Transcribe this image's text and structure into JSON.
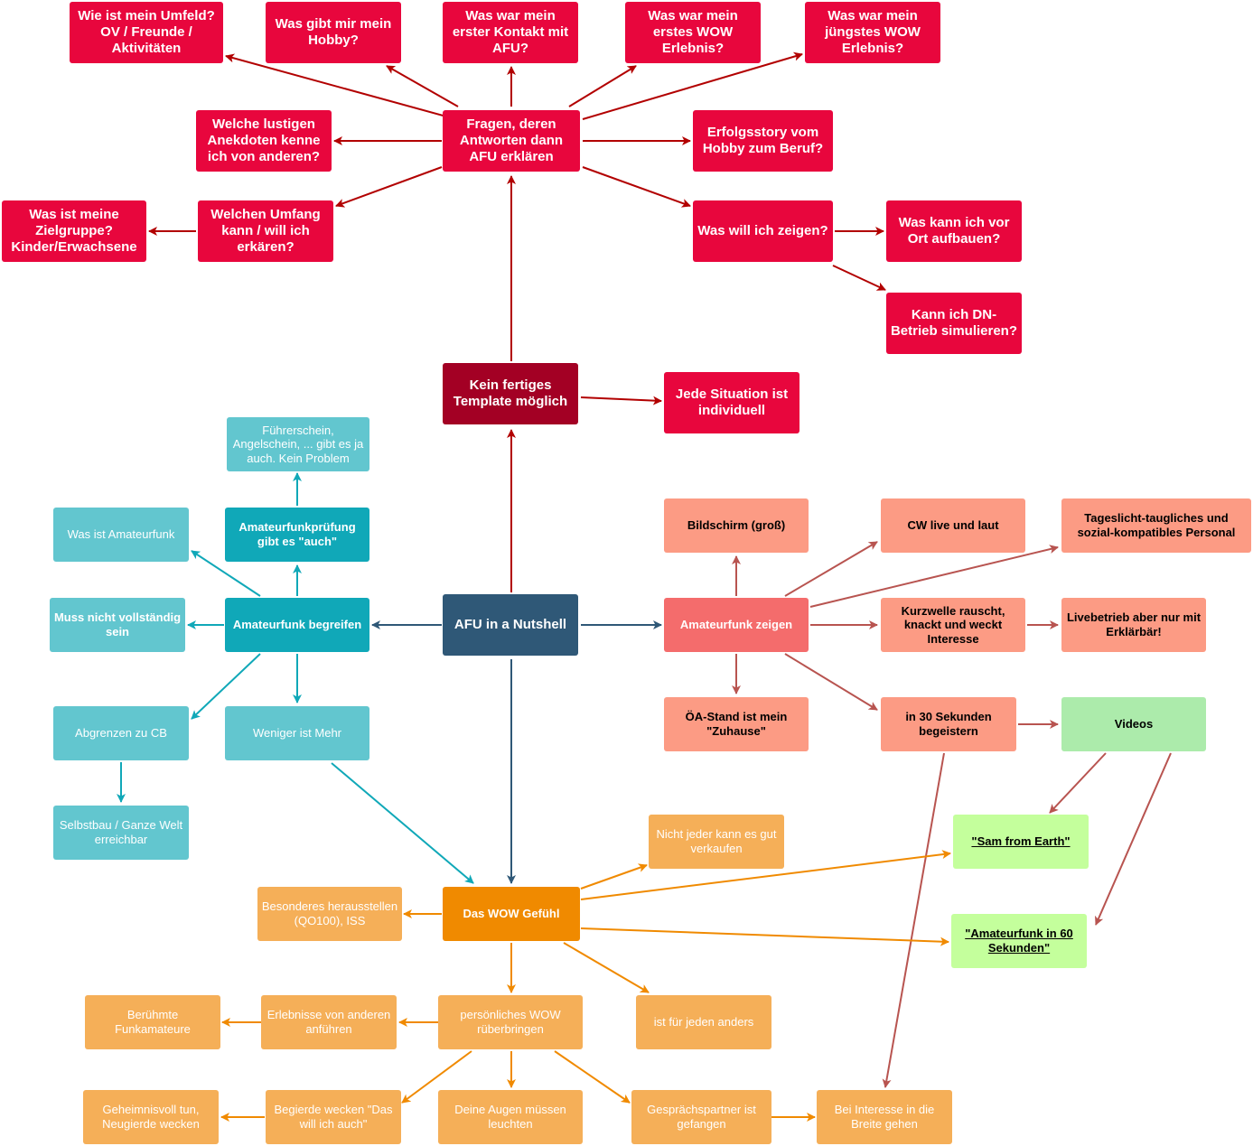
{
  "colors": {
    "red": "#e8063d",
    "dark_red": "#a30024",
    "navy": "#2f5877",
    "teal": "#10a8b8",
    "teal_light": "#62c6cf",
    "coral": "#f46c6c",
    "salmon": "#fc9b84",
    "orange": "#f08a00",
    "orange_light": "#f5af58",
    "green": "#acebab",
    "lime": "#c4ff9c",
    "edge_red": "#b20000",
    "edge_navy": "#2f5877",
    "edge_teal": "#10a8b8",
    "edge_coral": "#b85450",
    "edge_orange": "#f08a00"
  },
  "nodes": {
    "center": "AFU in a Nutshell",
    "no_template": "Kein fertiges Template möglich",
    "individual": "Jede Situation ist individuell",
    "questions": "Fragen, deren Antworten dann AFU erklären",
    "q_environment": "Wie ist mein Umfeld?\nOV / Freunde / Aktivitäten",
    "q_hobby": "Was gibt mir mein Hobby?",
    "q_first_contact": "Was war mein erster Kontakt mit AFU?",
    "q_first_wow": "Was war mein erstes WOW Erlebnis?",
    "q_latest_wow": "Was war mein jüngstes WOW Erlebnis?",
    "q_anecdotes": "Welche lustigen Anekdoten kenne ich von anderen?",
    "q_success": "Erfolgsstory vom Hobby zum Beruf?",
    "q_scope": "Welchen Umfang kann / will ich erkären?",
    "q_audience": "Was ist meine Zielgruppe? Kinder/Erwachsene",
    "q_show": "Was will ich zeigen?",
    "q_build": "Was kann ich vor Ort aufbauen?",
    "q_simulate": "Kann ich DN-Betrieb simulieren?",
    "understand": "Amateurfunk begreifen",
    "exam": "Amateurfunkprüfung gibt es \"auch\"",
    "license": "Führerschein, Angelschein, ... gibt es ja auch. Kein Problem",
    "what_is": "Was ist Amateurfunk",
    "not_complete": "Muss nicht vollständig sein",
    "cb": "Abgrenzen zu CB",
    "less_more": "Weniger ist Mehr",
    "selfbuild": "Selbstbau / Ganze Welt erreichbar",
    "show": "Amateurfunk zeigen",
    "screen": "Bildschirm (groß)",
    "cw": "CW live und laut",
    "daylight": "Tageslicht-taugliches und sozial-kompatibles Personal",
    "shortwave": "Kurzwelle rauscht, knackt und weckt Interesse",
    "live_op": "Livebetrieb aber nur mit Erklärbär!",
    "stand": "ÖA-Stand ist mein \"Zuhause\"",
    "seconds30": "in 30 Sekunden begeistern",
    "videos": "Videos",
    "sam": "\"Sam from Earth\"",
    "afu60": "\"Amateurfunk in 60 Sekunden\"",
    "wow": "Das WOW Gefühl",
    "not_everyone": "Nicht jeder kann es gut verkaufen",
    "highlight": "Besonderes herausstellen (QO100), ISS",
    "different": "ist für jeden anders",
    "personal_wow": "persönliches WOW rüberbringen",
    "experiences": "Erlebnisse von anderen anführen",
    "famous": "Berühmte Funkamateure",
    "curiosity": "Begierde wecken \"Das will ich auch\"",
    "mysterious": "Geheimnisvoll tun, Neugierde wecken",
    "eyes": "Deine Augen müssen leuchten",
    "captured": "Gesprächspartner ist gefangen",
    "interest": "Bei Interesse in die Breite gehen"
  }
}
